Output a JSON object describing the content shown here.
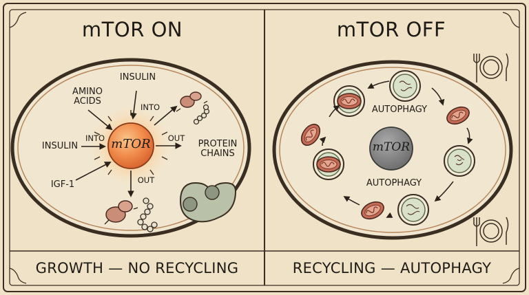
{
  "left_panel": {
    "title": "mTOR ON",
    "core_label": "mTOR",
    "inputs": {
      "insulin_top": "INSULIN",
      "amino_acids": "AMINO\nACIDS",
      "insulin_left": "INSULIN",
      "igf1": "IGF-1"
    },
    "arrow_labels": {
      "into_top": "INTO",
      "into_left": "INTO",
      "out_right": "OUT",
      "out_bottom": "OUT"
    },
    "output_label": "PROTEIN\nCHAINS",
    "caption": "GROWTH — NO RECYCLING"
  },
  "right_panel": {
    "title": "mTOR OFF",
    "core_label": "mTOR",
    "process_label_top": "AUTOPHAGY",
    "process_label_bottom": "AUTOPHAGY",
    "caption": "RECYCLING — AUTOPHAGY"
  },
  "colors": {
    "background": "#efe2c6",
    "ink": "#2a211a",
    "cell_fill": "#f1e6cf",
    "mtor_on": "#f08a4a",
    "mtor_off": "#7d7d7d",
    "mitochondria": "#c46a55",
    "vesicle": "#d9e2c9"
  },
  "icons": [
    "plate-icon",
    "fork-icon",
    "knife-icon",
    "mitochondrion-icon",
    "autophagosome-icon",
    "ribosome-icon",
    "amino-chain-icon",
    "dividing-cell-icon"
  ]
}
